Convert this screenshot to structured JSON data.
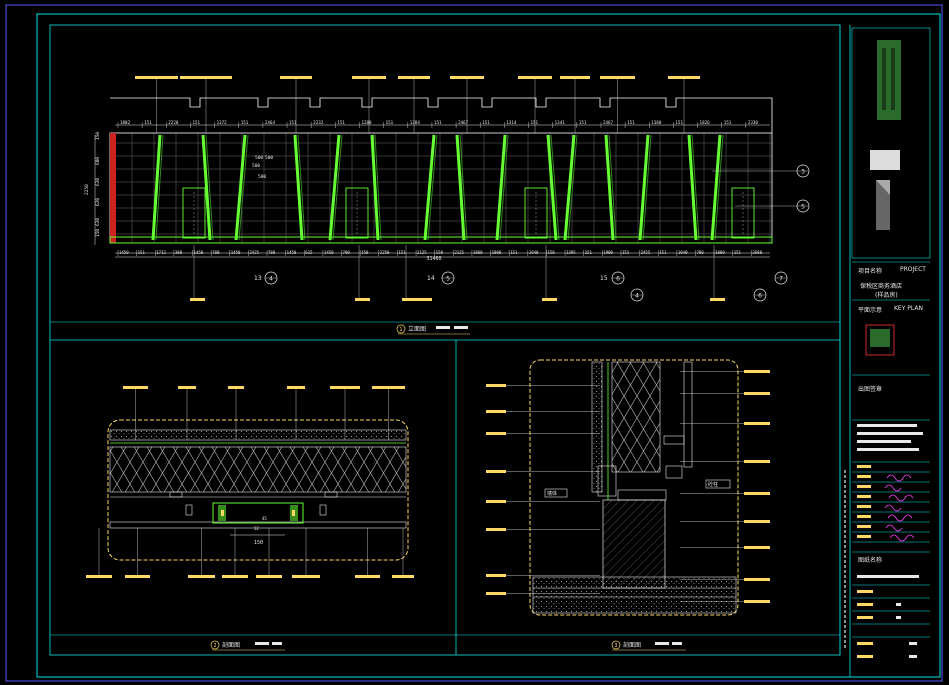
{
  "title_block": {
    "project_label": "项目名称",
    "project_en": "PROJECT",
    "project_name_line1": "保税区商务酒店",
    "project_name_line2": "(样品房)",
    "key_plan_label": "平面示意",
    "key_plan_en": "KEY PLAN",
    "sheet_label": "出图签章",
    "drawing_name_label": "图纸名称"
  },
  "views": {
    "elevation_marker": "1",
    "elevation_title": "立面图",
    "section_a_marker": "2",
    "section_a_title": "剖面图",
    "section_b_marker": "3",
    "section_b_title": "剖面图"
  },
  "elevation": {
    "top_dims": [
      "1802",
      "151",
      "2220",
      "151",
      "1372",
      "151",
      "2464",
      "151",
      "2232",
      "151",
      "1280",
      "151",
      "1384",
      "151",
      "2467",
      "151",
      "1314",
      "151",
      "1341",
      "151",
      "2467",
      "151",
      "1380",
      "151",
      "1826",
      "151",
      "2330"
    ],
    "bottom_dims": [
      "1450",
      "151",
      "1712",
      "380",
      "1450",
      "780",
      "1450",
      "2425",
      "780",
      "1450",
      "615",
      "1450",
      "780",
      "150",
      "2250",
      "151",
      "2125",
      "150",
      "2125",
      "1860",
      "1800",
      "151",
      "1940",
      "150",
      "1395",
      "151",
      "1900",
      "151",
      "2455",
      "151",
      "1040",
      "780",
      "1000",
      "151",
      "2680"
    ],
    "total_dim": "31460",
    "inner_dims": [
      "500",
      "500",
      "500",
      "500"
    ],
    "height_dims": [
      "2250",
      "150",
      "620",
      "620",
      "620",
      "600",
      "150"
    ],
    "callouts": [
      "3",
      "5",
      "4",
      "5",
      "6",
      "6",
      "7",
      "4",
      "6"
    ],
    "callout_fracs": [
      "13",
      "14",
      "15"
    ]
  },
  "section_a": {
    "dims": [
      "150",
      "52",
      "45"
    ]
  },
  "section_b": {
    "labels": [
      "墙体",
      "砼柱"
    ]
  },
  "colors": {
    "cyan": "#00e5e5",
    "yellow": "#ffd966",
    "green": "#66ff33",
    "magenta": "#ff44ff",
    "frame": "#5a5aff"
  }
}
